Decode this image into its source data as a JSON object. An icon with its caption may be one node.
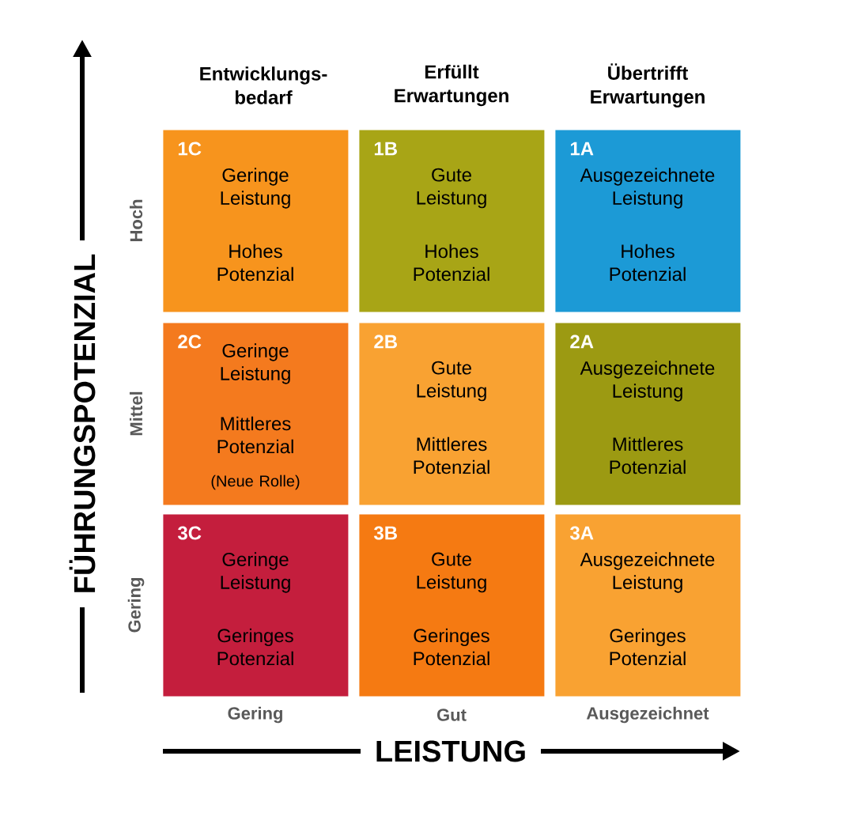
{
  "diagram": {
    "nodes": [
      {
        "text": [
          "1C",
          "Geringe Leistung",
          "Hohes Potenzial"
        ]
      },
      {
        "text": [
          "1B",
          "Gute Leistung",
          "Hohes Potenzial"
        ]
      },
      {
        "text": [
          "1A",
          "Ausgezeichnete Leistung",
          "Hohes Potenzial"
        ]
      },
      {
        "text": [
          "2C",
          "Geringe Leistung",
          "Mittleres Potenzial",
          "(Neue Rolle)"
        ]
      },
      {
        "text": [
          "2B",
          "Gute Leistung",
          "Mittleres Potenzial"
        ]
      },
      {
        "text": [
          "2A",
          "Ausgezeichnete Leistung",
          "Mittleres Potenzial"
        ]
      },
      {
        "text": [
          "3C",
          "Geringe Leistung",
          "Geringes Potenzial"
        ]
      },
      {
        "text": [
          "3B",
          "Gute Leistung",
          "Geringes Potenzial"
        ]
      },
      {
        "text": [
          "3A",
          "Ausgezeichnete Leistung",
          "Geringes Potenzial"
        ]
      }
    ],
    "labels": [
      "FÜHRUNGSPOTENZIAL",
      "Entwicklungs- bedarf",
      "Erfüllt Erwartungen",
      "Übertrifft Erwartungen",
      "Hoch",
      "Mittel",
      "Gering",
      "Gering",
      "Gut",
      "Ausgezeichnet",
      "LEISTUNG"
    ]
  }
}
